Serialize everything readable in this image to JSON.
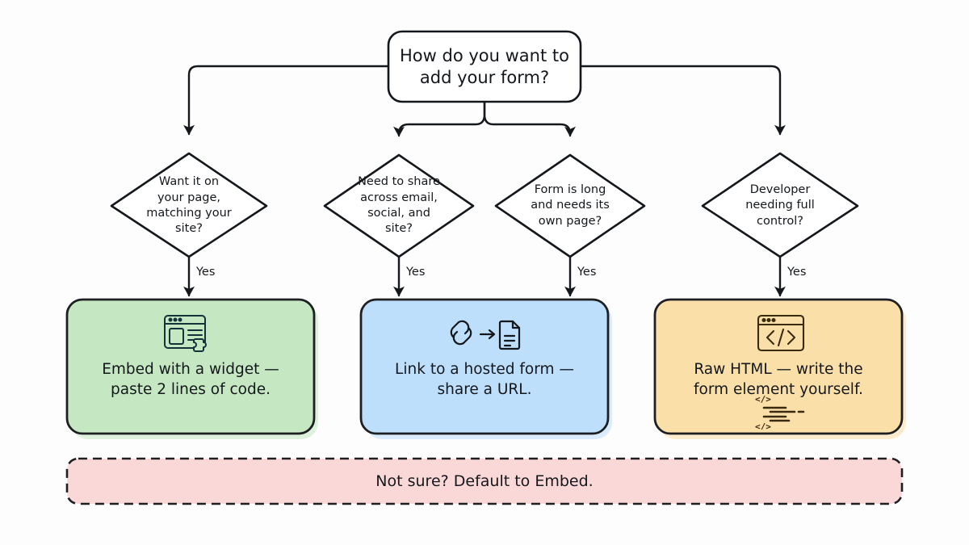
{
  "diagram": {
    "title_node": {
      "id": "root",
      "label_line1": "How do you want to",
      "label_line2": "add your form?"
    },
    "decisions": [
      {
        "id": "decision-embed",
        "lines": [
          "Want it on",
          "your page,",
          "matching your",
          "site?"
        ],
        "yes_label": "Yes"
      },
      {
        "id": "decision-share",
        "lines": [
          "Need to share",
          "across email,",
          "social, and",
          "site?"
        ],
        "yes_label": "Yes"
      },
      {
        "id": "decision-long-form",
        "lines": [
          "Form is long",
          "and needs its",
          "own page?"
        ],
        "yes_label": "Yes"
      },
      {
        "id": "decision-developer",
        "lines": [
          "Developer",
          "needing full",
          "control?"
        ],
        "yes_label": "Yes"
      }
    ],
    "outcomes": [
      {
        "id": "outcome-embed",
        "lines": [
          "Embed with a widget —",
          "paste 2 lines of code."
        ],
        "icon": "browser-puzzle-icon",
        "fill": "#c5e8c2",
        "stroke": "#1d1f22"
      },
      {
        "id": "outcome-hosted-link",
        "lines": [
          "Link to a hosted form —",
          "share a URL."
        ],
        "icon": "link-to-document-icon",
        "fill": "#bedffb",
        "stroke": "#1d1f22"
      },
      {
        "id": "outcome-raw-html",
        "lines": [
          "Raw HTML — write the",
          "form element yourself."
        ],
        "icon": "browser-code-icon",
        "decoration_icon": "code-snippet-icon",
        "code_tag": "</>",
        "fill": "#fbdfa8",
        "stroke": "#1d1f22"
      }
    ],
    "footer_banner": {
      "id": "default-banner",
      "label": "Not sure? Default to Embed.",
      "fill": "#fbd8d8",
      "stroke": "#1d1f22",
      "border_style": "dashed"
    },
    "colors": {
      "background": "#fdfdfd",
      "ink": "#14181c",
      "node_fill": "#ffffff",
      "shadow": "rgba(0,0,0,0.10)"
    }
  }
}
